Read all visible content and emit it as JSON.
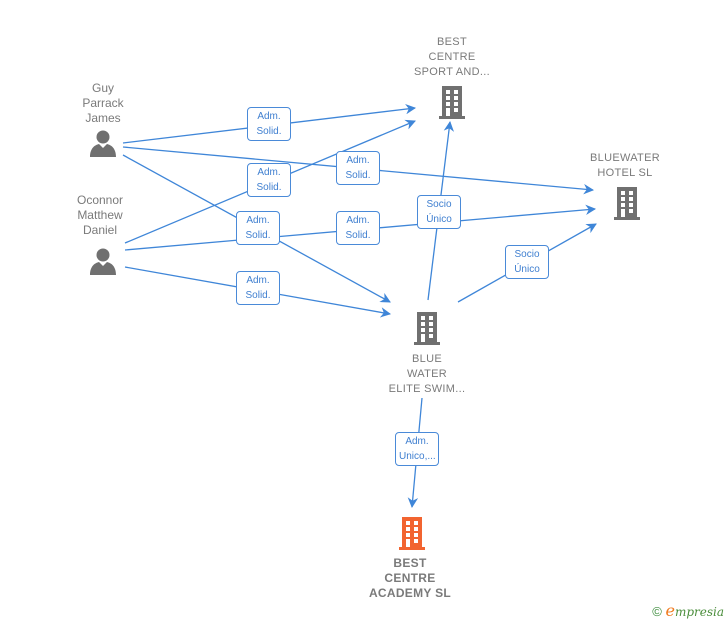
{
  "colors": {
    "edge": "#3f86d8",
    "node_gray": "#707070",
    "node_focus": "#f26430",
    "label_text": "#7a7a7a"
  },
  "nodes": [
    {
      "id": "guy",
      "type": "person",
      "label": "Guy\nParrack\nJames",
      "icon": "person-icon"
    },
    {
      "id": "oconnor",
      "type": "person",
      "label": "Oconnor\nMatthew\nDaniel",
      "icon": "person-icon"
    },
    {
      "id": "best_sport",
      "type": "company",
      "label": "BEST\nCENTRE\nSPORT AND...",
      "icon": "building-icon"
    },
    {
      "id": "bluewater_hotel",
      "type": "company",
      "label": "BLUEWATER\nHOTEL  SL",
      "icon": "building-icon"
    },
    {
      "id": "blue_water_elite",
      "type": "company",
      "label": "BLUE\nWATER\nELITE SWIM...",
      "icon": "building-icon"
    },
    {
      "id": "best_academy",
      "type": "company",
      "label": "BEST\nCENTRE\nACADEMY  SL",
      "icon": "building-icon",
      "focus": true
    }
  ],
  "edges": [
    {
      "from": "guy",
      "to": "best_sport",
      "label": "Adm.\nSolid."
    },
    {
      "from": "guy",
      "to": "bluewater_hotel",
      "label": "Adm.\nSolid."
    },
    {
      "from": "guy",
      "to": "blue_water_elite",
      "label": "Adm.\nSolid."
    },
    {
      "from": "oconnor",
      "to": "best_sport",
      "label": "Adm.\nSolid."
    },
    {
      "from": "oconnor",
      "to": "bluewater_hotel",
      "label": "Adm.\nSolid."
    },
    {
      "from": "oconnor",
      "to": "blue_water_elite",
      "label": "Adm.\nSolid."
    },
    {
      "from": "blue_water_elite",
      "to": "best_sport",
      "label": "Socio\nÚnico"
    },
    {
      "from": "blue_water_elite",
      "to": "bluewater_hotel",
      "label": "Socio\nÚnico"
    },
    {
      "from": "blue_water_elite",
      "to": "best_academy",
      "label": "Adm.\nUnico,..."
    }
  ],
  "footer": {
    "copyright": "©",
    "brand_initial": "e",
    "brand_rest": "mpresia"
  }
}
